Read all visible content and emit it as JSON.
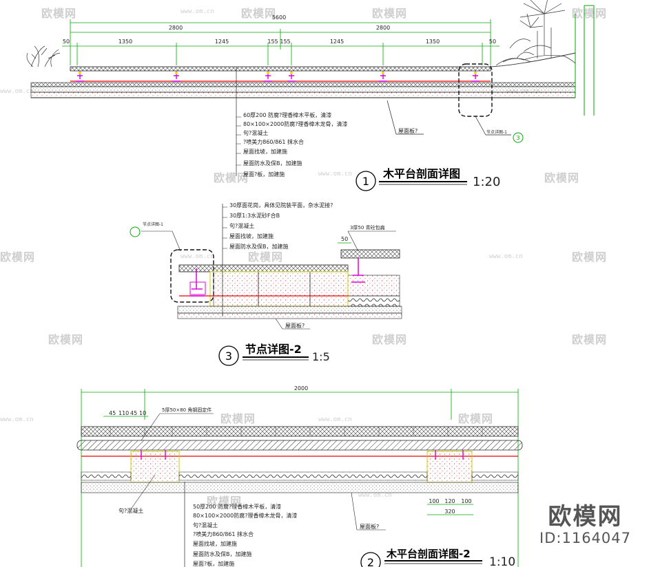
{
  "watermark": {
    "text": "欧模网",
    "url": "www.om.cn",
    "brand_logo": "欧模网",
    "brand_id": "ID:1164047"
  },
  "detail1": {
    "number": "1",
    "title": "木平台剖面详图",
    "scale": "1:20",
    "dims_total": "5600",
    "dims_half_left": "2800",
    "dims_half_right": "2800",
    "dims_row": [
      "50",
      "1350",
      "1245",
      "155",
      "155",
      "1245",
      "1350",
      "50"
    ],
    "notes": [
      "60厚200   防腐?理香樟木平板，清漆",
      "80×100×2000防腐?理香樟木龙骨，清漆",
      "句?混凝土",
      "?喷美力860/861        抹水合",
      "屋面找坡，加建施",
      "屋面防水及保B，加建施",
      "屋面?板，加建施"
    ],
    "roof_label": "屋面板?",
    "node_ref": "节点详图-1",
    "node_ref_num": "3"
  },
  "detail3": {
    "number": "3",
    "title": "节点详图-2",
    "scale": "1:5",
    "notes": [
      "30厚面花岗，具体见院装平面，杂水泥接?",
      "30厚1:3水泥砂F合B",
      "句?混凝土",
      "屋面找坡，加建施",
      "屋面防水及保B，加建施"
    ],
    "dim_50": "50",
    "top_note": "3厚50    青砼包扁",
    "left_ref": "节点详图-1",
    "roof_label": "屋面板?"
  },
  "detail2": {
    "number": "2",
    "title": "木平台剖面详图-2",
    "scale": "1:10",
    "dim_total": "2000",
    "dims_left": [
      "45",
      "110",
      "45",
      "10"
    ],
    "angle_note": "5厚50×80 角钢固定件",
    "concrete_label": "句?混凝土",
    "notes": [
      "50厚200   防腐?理香樟木平板，清漆",
      "80×100×2000防腐?理香樟木龙骨，清漆",
      "句?混凝土",
      "?喷美力860/861        抹水合",
      "屋面找坡，加建施",
      "屋面防水及保B，加建施",
      "屋面?板，加建施"
    ],
    "dims_bottom": [
      "100",
      "120",
      "100"
    ],
    "dim_sum": "320",
    "roof_label": "屋面板?"
  }
}
